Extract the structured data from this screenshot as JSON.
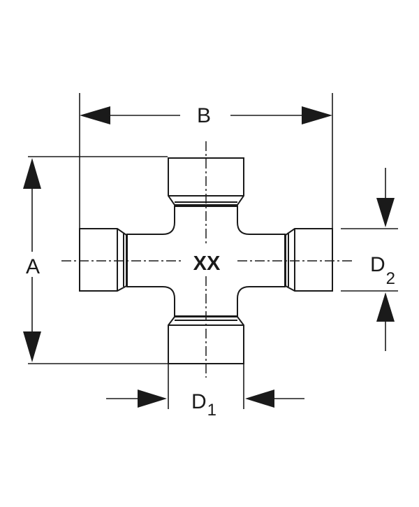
{
  "center_mark": "XX",
  "dimensions": {
    "a": "A",
    "b": "B",
    "d1": {
      "letter": "D",
      "subscript": "1"
    },
    "d2": {
      "letter": "D",
      "subscript": "2"
    }
  }
}
